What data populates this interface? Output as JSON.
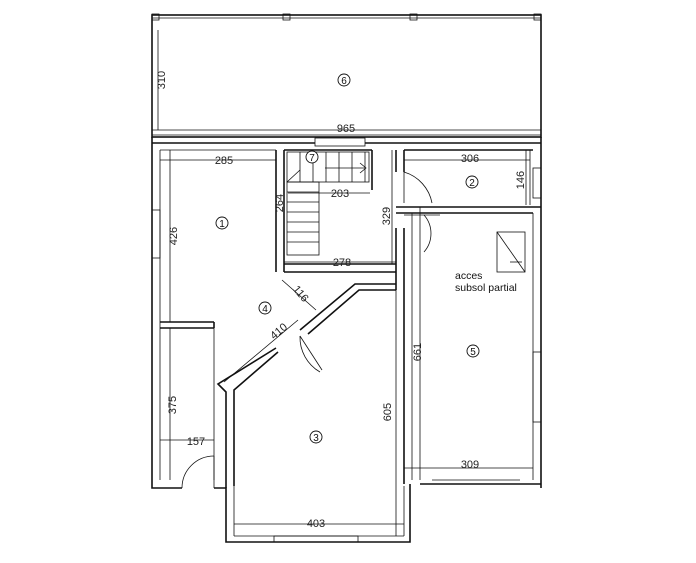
{
  "dimensions": {
    "terrace_height": "310",
    "total_width": "965",
    "room1_width": "285",
    "room1_height": "426",
    "stair_width": "203",
    "stair_height": "264",
    "hall_height": "329",
    "hall_width": "278",
    "diag_short": "116",
    "diag_long": "410",
    "room2_width": "306",
    "room2_height": "146",
    "garage_height": "661",
    "garage_width": "309",
    "room3_height": "605",
    "room3_width": "403",
    "lower_left_height": "375",
    "door_width": "157"
  },
  "rooms": {
    "r1": "1",
    "r2": "2",
    "r3": "3",
    "r4": "4",
    "r5": "5",
    "r6": "6",
    "r7": "7"
  },
  "notes": {
    "access_line1": "acces",
    "access_line2": "subsol partial"
  }
}
